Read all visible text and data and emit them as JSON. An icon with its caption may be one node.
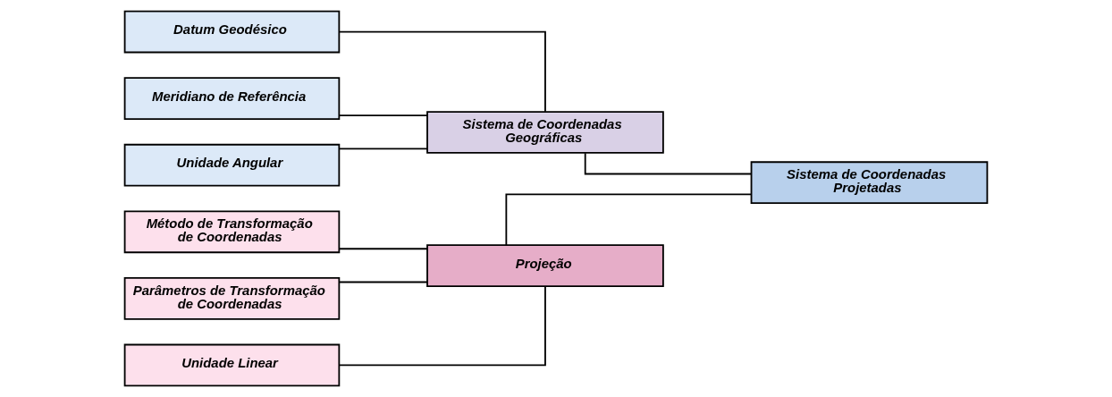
{
  "diagram": {
    "nodes": [
      {
        "text": [
          "Datum Geodésico"
        ]
      },
      {
        "text": [
          "Meridiano de Referência"
        ]
      },
      {
        "text": [
          "Unidade Angular"
        ]
      },
      {
        "text": [
          "Sistema de Coordenadas Geográficas"
        ]
      },
      {
        "text": [
          "Método de Transformação de Coordenadas"
        ]
      },
      {
        "text": [
          "Parâmetros de Transformação de Coordenadas"
        ]
      },
      {
        "text": [
          "Unidade Linear"
        ]
      },
      {
        "text": [
          "Projeção"
        ]
      },
      {
        "text": [
          "Sistema de Coordenadas Projetadas"
        ]
      }
    ],
    "edges": [
      {
        "from": 0,
        "to": 3,
        "arrow": "none"
      },
      {
        "from": 1,
        "to": 3,
        "arrow": "none"
      },
      {
        "from": 2,
        "to": 3,
        "arrow": "none"
      },
      {
        "from": 4,
        "to": 7,
        "arrow": "none"
      },
      {
        "from": 5,
        "to": 7,
        "arrow": "none"
      },
      {
        "from": 6,
        "to": 7,
        "arrow": "none"
      },
      {
        "from": 3,
        "to": 8,
        "arrow": "none"
      },
      {
        "from": 7,
        "to": 8,
        "arrow": "none"
      }
    ]
  }
}
